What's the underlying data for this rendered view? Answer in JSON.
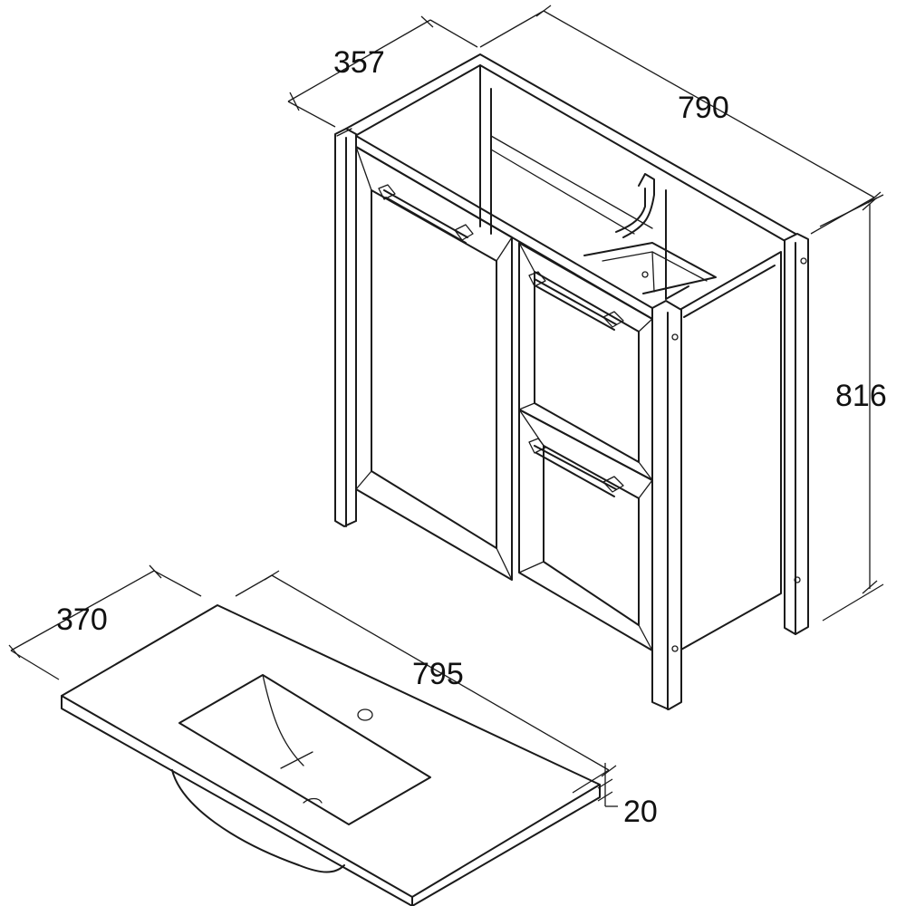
{
  "figure": {
    "type": "technical-dimension-drawing",
    "units_note": "",
    "colors": {
      "line": "#1a1a1a",
      "background": "#ffffff"
    },
    "dimensions": {
      "cabinet_depth": "357",
      "cabinet_width": "790",
      "cabinet_height": "816",
      "basin_depth": "370",
      "basin_width": "795",
      "basin_thickness": "20"
    }
  }
}
